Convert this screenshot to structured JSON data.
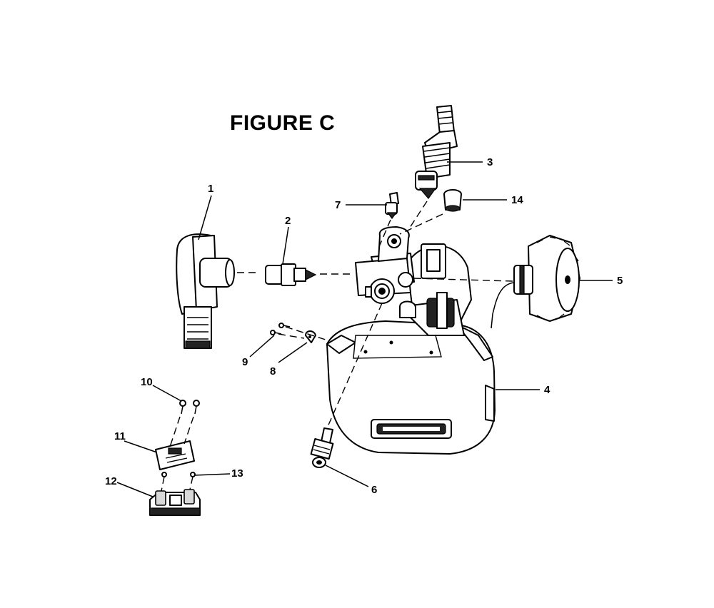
{
  "figure": {
    "title": "FIGURE C"
  },
  "callouts": [
    {
      "id": "1",
      "label": "1"
    },
    {
      "id": "2",
      "label": "2"
    },
    {
      "id": "3",
      "label": "3"
    },
    {
      "id": "4",
      "label": "4"
    },
    {
      "id": "5",
      "label": "5"
    },
    {
      "id": "6",
      "label": "6"
    },
    {
      "id": "7",
      "label": "7"
    },
    {
      "id": "8",
      "label": "8"
    },
    {
      "id": "9",
      "label": "9"
    },
    {
      "id": "10",
      "label": "10"
    },
    {
      "id": "11",
      "label": "11"
    },
    {
      "id": "12",
      "label": "12"
    },
    {
      "id": "13",
      "label": "13"
    },
    {
      "id": "14",
      "label": "14"
    }
  ]
}
